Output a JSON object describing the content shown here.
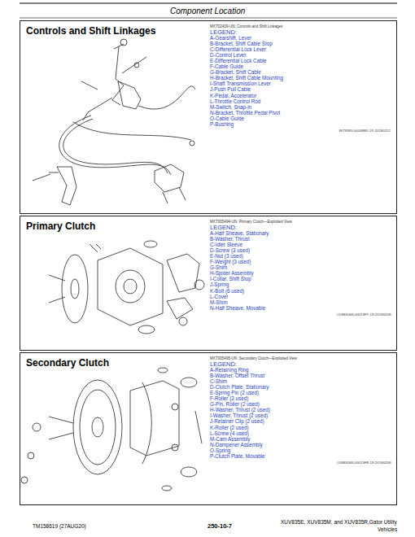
{
  "diagram": {
    "title": "Component Location",
    "nodes": [
      {
        "text": [
          "Controls and Shift Linkages"
        ]
      },
      {
        "text": [
          "Primary Clutch"
        ]
      },
      {
        "text": [
          "Secondary Clutch"
        ]
      }
    ],
    "labels": [
      "MXT02439-UN: Controls and Shift Linkages",
      "LEGEND:",
      "A-Gearshift, Lever",
      "B-Bracket, Shift Cable Stop",
      "C-Differential Lock Lever",
      "D-Control Lever",
      "E-Differential Lock Cable",
      "F-Cable Guide",
      "G-Bracket, Shift Cable",
      "H-Bracket, Shift Cable Mounting",
      "I-Shaft Transmission Lever",
      "J-Push Pull Cable",
      "K-Pedal, Accelerator",
      "L-Throttle Control Rod",
      "M-Switch, Snap-in",
      "N-Bracket, Throttle Pedal Pivot",
      "O-Cable Guide",
      "P-Bushing",
      "JK79365,000098D-19-20180212",
      "MXT005494-UN: Primary Clutch—Exploded View",
      "LEGEND:",
      "A-Half Sheave, Stationary",
      "B-Washer, Thrust",
      "C-Idler Sleeve",
      "D-Screw (3 used)",
      "E-Nut (3 used)",
      "F-Weight (3 used)",
      "G-Shim",
      "H-Spider Assembly",
      "I-Collar, Shift Stop",
      "J-Spring",
      "K-Bolt (6 used)",
      "L-Cover",
      "M-Shim",
      "N-Half Sheave, Movable",
      "OUMX068,00013F7-19-20180208",
      "MXT005495-UN: Secondary Clutch—Exploded View",
      "LEGEND:",
      "A-Retaining Ring",
      "B-Washer, Offset Thrust",
      "C-Shim",
      "D-Clutch Plate, Stationary",
      "E-Spring Pin (2 used)",
      "F-Roller (2 used)",
      "G-Pin, Roller (2 used)",
      "H-Washer, Thrust (2 used)",
      "I-Washer, Thrust (2 used)",
      "J-Retainer Clip (2 used)",
      "K-Roller (2 used)",
      "L-Screw (4 used)",
      "M-Cam Assembly",
      "N-Dampener Assembly",
      "O-Spring",
      "P-Clutch Plate, Movable",
      "OUMX068,00013F8-19-20180208",
      "TM158619 (27AUG20)",
      "250-10-7",
      "XUV835E, XUV835M, and XUV835R,Gator Utility",
      "Vehicles"
    ]
  }
}
